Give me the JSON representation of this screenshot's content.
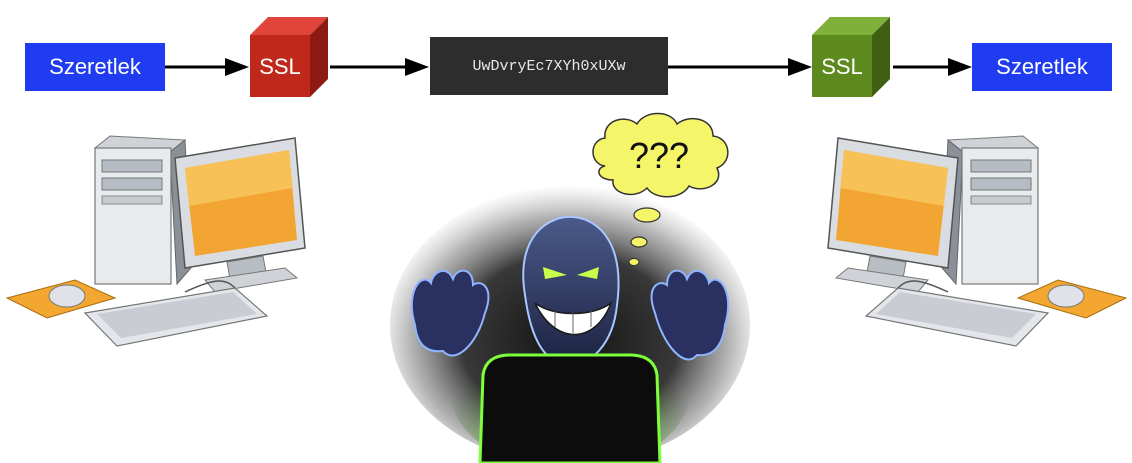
{
  "flow": {
    "plaintext_left": "Szeretlek",
    "encrypt_label": "SSL",
    "ciphertext": "UwDvryEc7XYh0xUXw",
    "decrypt_label": "SSL",
    "plaintext_right": "Szeretlek"
  },
  "eavesdropper": {
    "thought": "???"
  },
  "colors": {
    "message_blue": "#1f3cf0",
    "encrypt_red": "#c0281c",
    "decrypt_green": "#5d8a1e",
    "ciphertext_bg": "#2d2d2d",
    "thought_yellow": "#f5f56a",
    "glow_green": "#8cff3c"
  },
  "icons": {
    "sender": "desktop-computer-icon",
    "receiver": "desktop-computer-icon",
    "attacker": "hacker-figure-icon"
  }
}
